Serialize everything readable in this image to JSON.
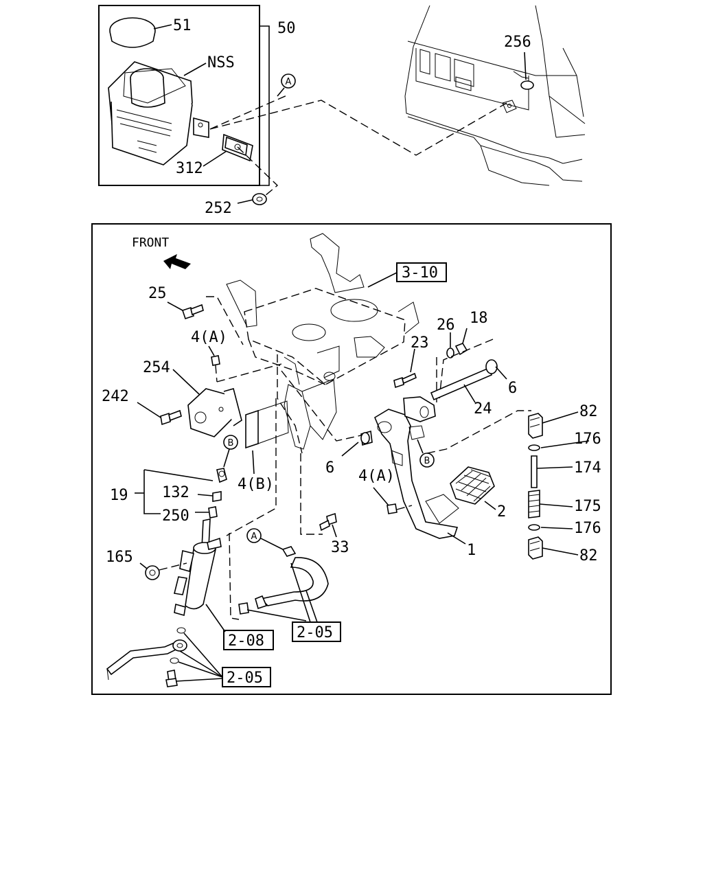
{
  "labels": {
    "p51": "51",
    "p50": "50",
    "nss": "NSS",
    "p312": "312",
    "p252": "252",
    "p256": "256",
    "front": "FRONT",
    "ref_3_10": "3-10",
    "p25": "25",
    "p4a_top": "4(A)",
    "p254": "254",
    "p242": "242",
    "p26": "26",
    "p18": "18",
    "p23": "23",
    "p6_right": "6",
    "p24": "24",
    "p82_top": "82",
    "p176_top": "176",
    "p174": "174",
    "p175": "175",
    "p176_bottom": "176",
    "p82_bottom": "82",
    "p6_mid": "6",
    "p4b": "4(B)",
    "p19": "19",
    "p132": "132",
    "p250": "250",
    "p4a_mid": "4(A)",
    "p2": "2",
    "p1": "1",
    "p33": "33",
    "p165": "165",
    "ref_2_08": "2-08",
    "ref_2_05_mid": "2-05",
    "ref_2_05_bottom": "2-05",
    "circle_a": "A",
    "circle_b": "B"
  }
}
